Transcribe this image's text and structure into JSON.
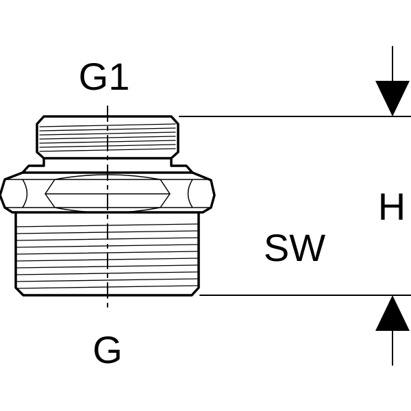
{
  "labels": {
    "top_thread": "G1",
    "bottom_thread": "G",
    "height": "H",
    "wrench_size": "SW"
  },
  "colors": {
    "stroke": "#000000",
    "background": "#ffffff"
  }
}
